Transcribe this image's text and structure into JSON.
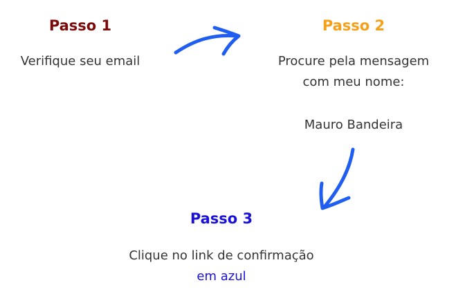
{
  "steps": [
    {
      "title": "Passo 1",
      "text": "Verifique seu email"
    },
    {
      "title": "Passo 2",
      "text_line1": "Procure pela mensagem",
      "text_line2": "com meu nome:",
      "name": "Mauro Bandeira"
    },
    {
      "title": "Passo 3",
      "text": "Clique no link de confirmação",
      "link": "em azul"
    }
  ],
  "colors": {
    "step1_title": "#7b0b0b",
    "step2_title": "#f5a018",
    "step3_title": "#1a11d9",
    "arrows": "#1f5ef0",
    "body_text": "#333333"
  },
  "icons": [
    "curved-arrow-right-icon",
    "curved-arrow-down-icon"
  ]
}
